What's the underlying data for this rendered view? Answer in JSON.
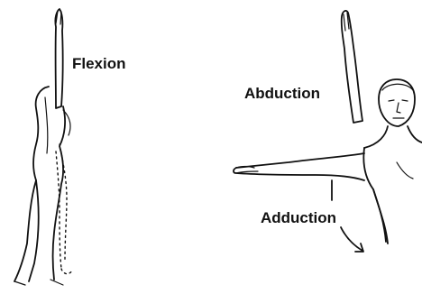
{
  "labels": {
    "flexion": "Flexion",
    "abduction": "Abduction",
    "adduction": "Adduction"
  }
}
